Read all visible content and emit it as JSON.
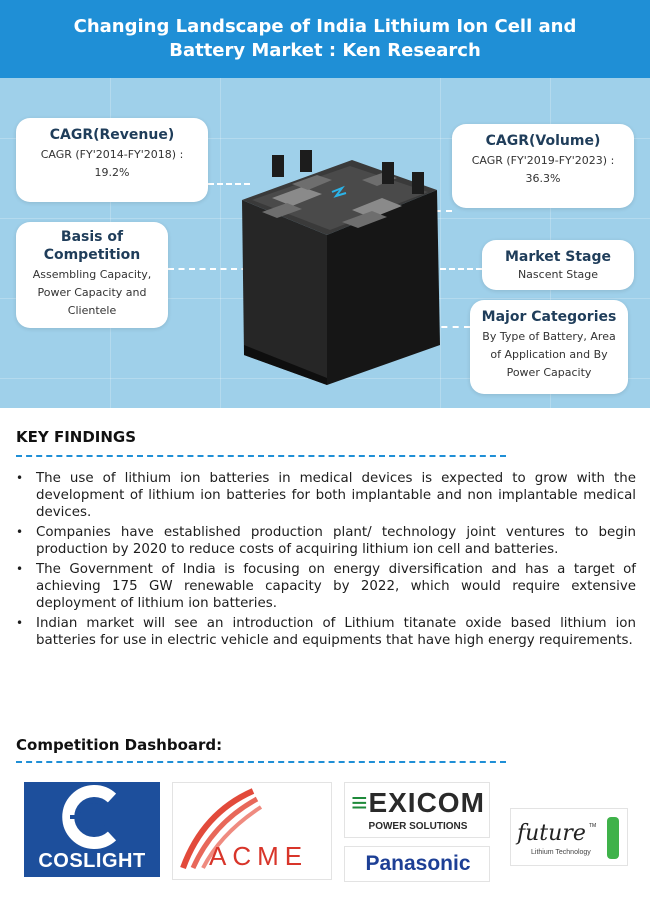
{
  "header": {
    "title": "Changing Landscape of India Lithium Ion Cell and Battery Market : Ken Research"
  },
  "callouts": {
    "cagr_revenue": {
      "title": "CAGR(Revenue)",
      "text": "CAGR (FY'2014-FY'2018) : 19.2%"
    },
    "cagr_volume": {
      "title": "CAGR(Volume)",
      "text": "CAGR (FY'2019-FY'2023) : 36.3%"
    },
    "basis_competition": {
      "title": "Basis of Competition",
      "text": "Assembling Capacity, Power Capacity and Clientele"
    },
    "market_stage": {
      "title": "Market Stage",
      "text": "Nascent Stage"
    },
    "major_categories": {
      "title": "Major Categories",
      "text": "By Type of Battery, Area of Application and By Power Capacity"
    }
  },
  "key_findings": {
    "title": "KEY FINDINGS",
    "items": [
      "The use of lithium ion batteries in medical devices is expected to grow with the development of lithium ion batteries for both implantable and non implantable medical devices.",
      "Companies have established production plant/ technology joint ventures to begin production by 2020 to reduce costs of acquiring lithium ion cell and batteries.",
      "The Government of India is focusing on energy diversification and has a target of achieving 175 GW renewable capacity by 2022, which would require extensive deployment of lithium ion batteries.",
      "Indian market will see an introduction of Lithium titanate oxide based lithium ion batteries for use in electric vehicle and equipments that have high energy requirements."
    ]
  },
  "competition": {
    "title": "Competition Dashboard:",
    "logos": {
      "coslight": "COSLIGHT",
      "acme": "ACME",
      "exicom": "EXICOM",
      "exicom_sub": "POWER SOLUTIONS",
      "panasonic": "Panasonic",
      "future": "future",
      "future_tm": "TM",
      "future_sub": "Lithium Technology"
    }
  },
  "colors": {
    "header_bg": "#1f8fd6",
    "panel_bg": "#9fd0ea",
    "callout_title": "#1f3d5a"
  }
}
